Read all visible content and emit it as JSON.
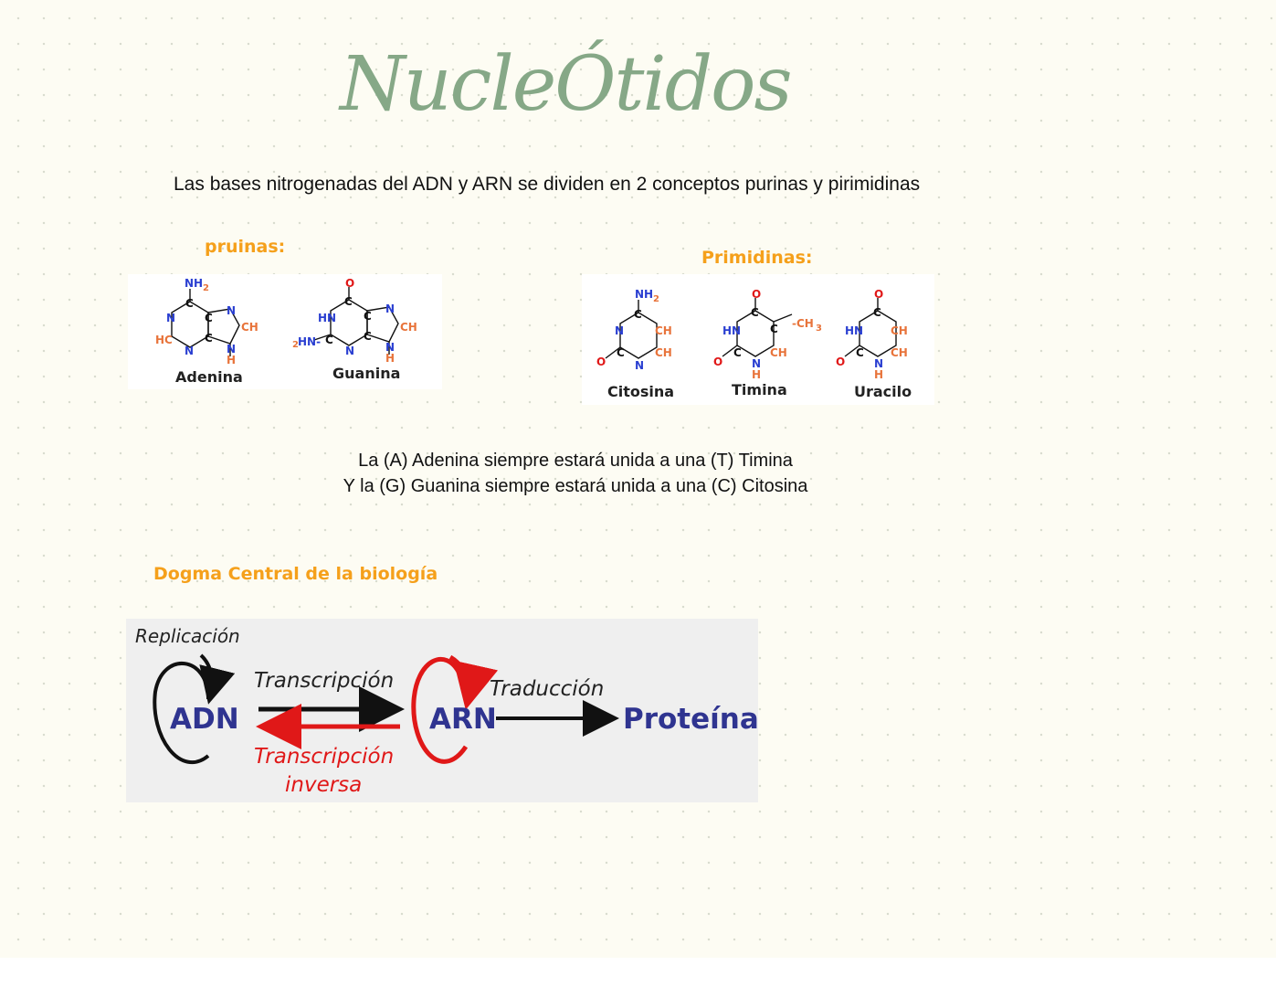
{
  "title": "NucleÓtidos",
  "intro": "Las bases nitrogenadas  del ADN y ARN se dividen en 2  conceptos purinas y pirimidinas",
  "purinas": {
    "heading": "pruinas:",
    "bases": [
      {
        "name": "Adenina",
        "substituent": "NH2"
      },
      {
        "name": "Guanina",
        "substituent": "O"
      }
    ]
  },
  "pirimidinas": {
    "heading": "Primidinas:",
    "bases": [
      {
        "name": "Citosina",
        "substituent": "NH2"
      },
      {
        "name": "Timina",
        "substituent": "O"
      },
      {
        "name": "Uracilo",
        "substituent": "O"
      }
    ]
  },
  "pairing": {
    "line1": "La (A) Adenina siempre estará unida a una (T) Timina",
    "line2": "Y la (G) Guanina siempre estará unida a una (C) Citosina"
  },
  "dogma": {
    "heading": "Dogma Central de la biología",
    "replicacion": "Replicación",
    "adn": "ADN",
    "arn": "ARN",
    "proteina": "Proteína",
    "transcripcion": "Transcripción",
    "transcripcion_inversa_1": "Transcripción",
    "transcripcion_inversa_2": "inversa",
    "traduccion": "Traducción"
  },
  "colors": {
    "title": "#86a887",
    "heading": "#f5a01b",
    "nitrogen": "#2a3fd1",
    "hydrogen": "#e8743b",
    "oxygen": "#e01818",
    "adn": "#2f3490",
    "red_arrow": "#e01818"
  }
}
